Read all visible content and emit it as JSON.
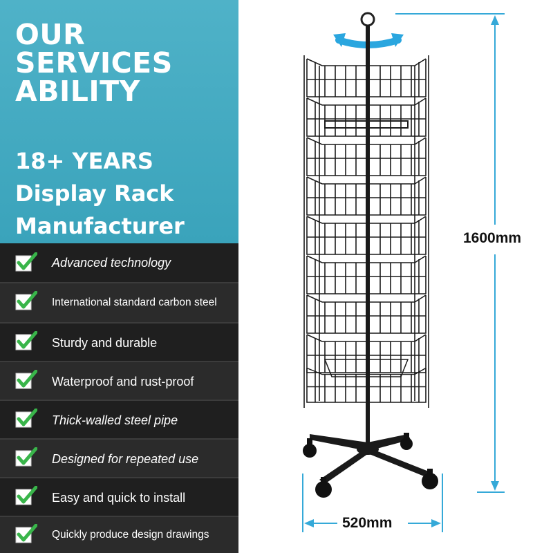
{
  "headline": {
    "line1": "OUR",
    "line2": "SERVICES",
    "line3": "ABILITY"
  },
  "subhead": {
    "line1": "18+ YEARS",
    "line2": "Display Rack",
    "line3": "Manufacturer"
  },
  "features": [
    {
      "label": "Advanced technology",
      "icon": "checkmark-icon"
    },
    {
      "label": "International standard carbon steel",
      "icon": "checkmark-icon"
    },
    {
      "label": "Sturdy and durable",
      "icon": "checkmark-icon"
    },
    {
      "label": "Waterproof and rust-proof",
      "icon": "checkmark-icon"
    },
    {
      "label": "Thick-walled steel pipe",
      "icon": "checkmark-icon"
    },
    {
      "label": "Designed for repeated use",
      "icon": "checkmark-icon"
    },
    {
      "label": "Easy and quick to install",
      "icon": "checkmark-icon"
    },
    {
      "label": "Quickly produce design drawings",
      "icon": "checkmark-icon"
    }
  ],
  "dimensions": {
    "height": "1600mm",
    "width": "520mm"
  },
  "colors": {
    "accent": "#3aa3bb",
    "dimension_line": "#35a9d8",
    "check_green": "#39b54a",
    "rack_wire": "#1a1a1a"
  }
}
